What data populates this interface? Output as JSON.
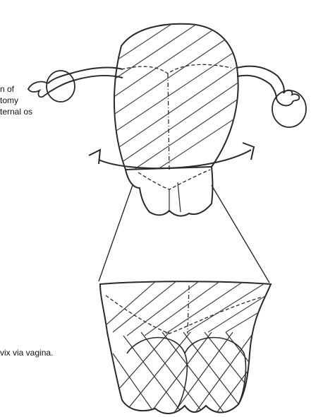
{
  "captions": {
    "upper_lines": [
      "n of",
      "tomy",
      "ternal os"
    ],
    "lower": "vix via vagina."
  },
  "colors": {
    "ink": "#2a2a2a",
    "paper": "#ffffff",
    "hatch": "#444444"
  }
}
